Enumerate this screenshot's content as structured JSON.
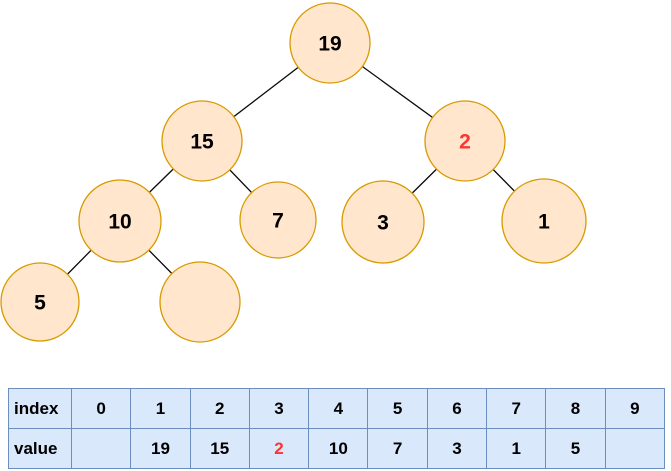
{
  "colors": {
    "background": "#FFFFFF",
    "node_fill": "#FFE6CC",
    "node_border": "#D79B00",
    "edge": "#0A0A0A",
    "text": "#000000",
    "highlight": "#FF3333",
    "table_fill": "#DAE8FC",
    "table_border": "#6C8EBF"
  },
  "tree": {
    "description": "binary max-heap diagram",
    "nodes": [
      {
        "label": "19",
        "highlighted": false
      },
      {
        "label": "15",
        "highlighted": false
      },
      {
        "label": "2",
        "highlighted": true
      },
      {
        "label": "10",
        "highlighted": false
      },
      {
        "label": "7",
        "highlighted": false
      },
      {
        "label": "3",
        "highlighted": false
      },
      {
        "label": "1",
        "highlighted": false
      },
      {
        "label": "5",
        "highlighted": false
      },
      {
        "label": "",
        "highlighted": false
      }
    ],
    "edges": [
      [
        "19",
        "15"
      ],
      [
        "19",
        "2"
      ],
      [
        "15",
        "10"
      ],
      [
        "15",
        "7"
      ],
      [
        "2",
        "3"
      ],
      [
        "2",
        "1"
      ],
      [
        "10",
        "5"
      ],
      [
        "10",
        "empty"
      ]
    ]
  },
  "table": {
    "index_row": {
      "label": "index",
      "cells": [
        "0",
        "1",
        "2",
        "3",
        "4",
        "5",
        "6",
        "7",
        "8",
        "9"
      ]
    },
    "value_row": {
      "label": "value",
      "cells": [
        "",
        "19",
        "15",
        "2",
        "10",
        "7",
        "3",
        "1",
        "5",
        ""
      ]
    },
    "highlighted_value_index": 3
  }
}
